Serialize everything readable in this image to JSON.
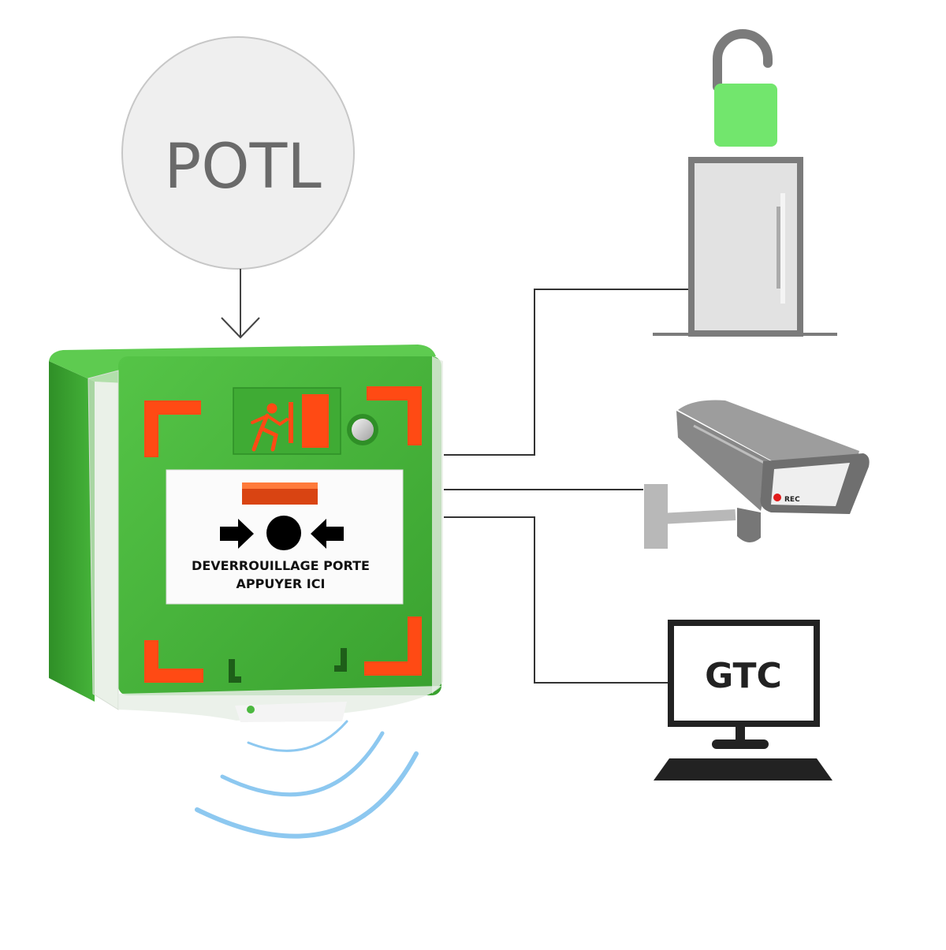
{
  "hub": {
    "label": "POTL"
  },
  "device": {
    "instruction_line1": "DEVERROUILLAGE PORTE",
    "instruction_line2": "APPUYER ICI"
  },
  "camera": {
    "rec_label": "REC"
  },
  "monitor": {
    "label": "GTC"
  },
  "colors": {
    "device_green": "#45b83a",
    "accent_orange": "#ff4a14",
    "unlock_green": "#72e66d",
    "wire": "#333333",
    "wireless_blue": "#8dc8f0",
    "door_gray": "#7b7b7b",
    "camera_gray": "#a9a9a9"
  }
}
